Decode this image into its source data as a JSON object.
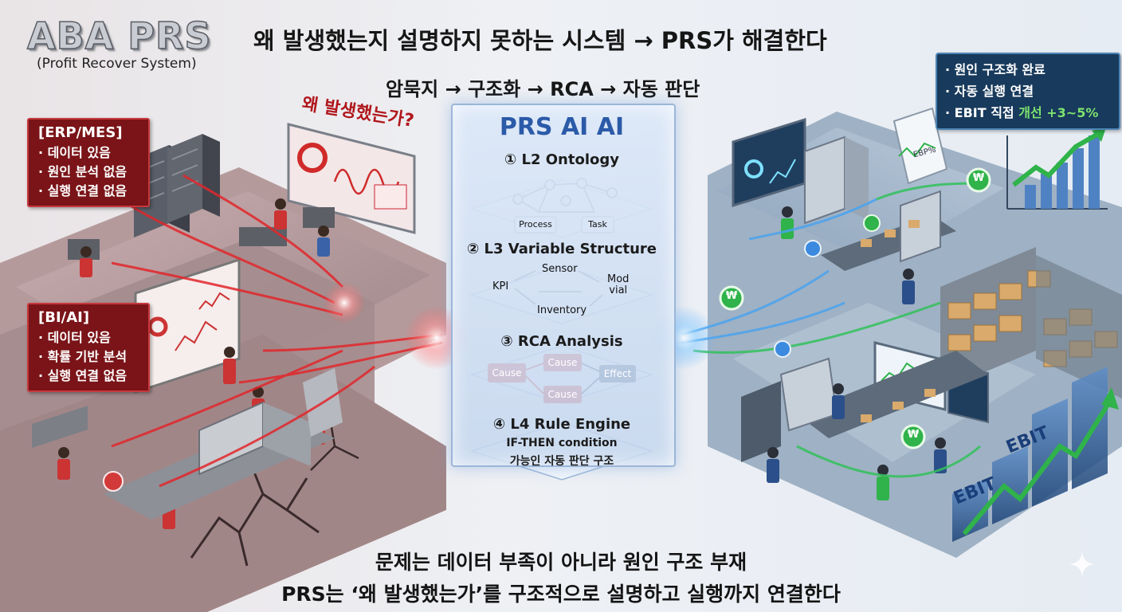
{
  "header": {
    "logo": "ABA PRS",
    "logo_sub": "(Profit Recover System)",
    "headline": "왜 발생했는지 설명하지 못하는 시스템 → PRS가 해결한다",
    "flow": "암묵지 → 구조화 → RCA → 자동 판단"
  },
  "left": {
    "why_label": "왜 발생했는가?",
    "erp": {
      "title": "[ERP/MES]",
      "lines": [
        "· 데이터 있음",
        "· 원인 분석 없음",
        "· 실행 연결 없음"
      ]
    },
    "bi": {
      "title": "[BI/AI]",
      "lines": [
        "· 데이터 있음",
        "· 확률 기반 분석",
        "· 실행 연결 없음"
      ]
    }
  },
  "center": {
    "title": "PRS AI AI",
    "l2": {
      "title": "① L2 Ontology",
      "nodes": [
        "Process",
        "Task"
      ]
    },
    "l3": {
      "title": "② L3 Variable Structure",
      "nodes": [
        "Sensor",
        "KPI",
        "Mod vial",
        "Inventory"
      ],
      "node_mod_1": "Mod",
      "node_mod_2": "vial"
    },
    "rca": {
      "title": "③ RCA Analysis",
      "cause": "Cause",
      "effect": "Effect"
    },
    "l4": {
      "title": "④ L4 Rule Engine",
      "line1": "IF-THEN condition",
      "line2": "가능인 자동 판단 구조"
    }
  },
  "right": {
    "info_lines": [
      "· 원인 구조화 완료",
      "· 자동 실행 연결"
    ],
    "ebit_line_prefix": "· EBIT 직접 ",
    "ebit_line_highlight": "개선 +3~5%",
    "ebit_label_1": "EBIT",
    "ebit_label_2": "EBIT",
    "currency": "₩",
    "doc_label": "EBP%"
  },
  "footer": {
    "line1": "문제는 데이터 부족이 아니라 원인 구조 부재",
    "line2": "PRS는 ‘왜 발생했는가’를 구조적으로 설명하고 실행까지 연결한다"
  },
  "colors": {
    "problem_red": "#c7383c",
    "solution_blue": "#2b5aa8",
    "growth_green": "#2fb34a",
    "info_navy": "#183a5c"
  }
}
